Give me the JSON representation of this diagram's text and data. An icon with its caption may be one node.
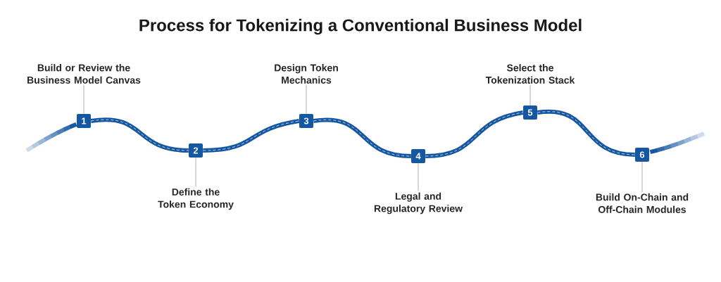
{
  "diagram": {
    "title": "Process for Tokenizing a Conventional Business Model",
    "nodes": [
      {
        "text": [
          "Build or Review the Business Model Canvas"
        ]
      },
      {
        "text": [
          "1"
        ]
      },
      {
        "text": [
          "2"
        ]
      },
      {
        "text": [
          "Define the Token Economy"
        ]
      },
      {
        "text": [
          "Design Token Mechanics"
        ]
      },
      {
        "text": [
          "3"
        ]
      },
      {
        "text": [
          "4"
        ]
      },
      {
        "text": [
          "Legal and Regulatory Review"
        ]
      },
      {
        "text": [
          "Select the Tokenization Stack"
        ]
      },
      {
        "text": [
          "5"
        ]
      },
      {
        "text": [
          "6"
        ]
      },
      {
        "text": [
          "Build On-Chain and Off-Chain Modules"
        ]
      }
    ],
    "edges": [
      {
        "from": 0,
        "to": 1,
        "arrow": "none"
      },
      {
        "from": 3,
        "to": 2,
        "arrow": "none"
      },
      {
        "from": 4,
        "to": 5,
        "arrow": "none"
      },
      {
        "from": 7,
        "to": 6,
        "arrow": "none"
      },
      {
        "from": 8,
        "to": 9,
        "arrow": "none"
      },
      {
        "from": 11,
        "to": 10,
        "arrow": "none"
      },
      {
        "from": 1,
        "to": 2,
        "arrow": "none",
        "style": "thick",
        "color": "#1557a0"
      },
      {
        "from": 2,
        "to": 5,
        "arrow": "none",
        "style": "thick",
        "color": "#1557a0"
      },
      {
        "from": 5,
        "to": 6,
        "arrow": "none",
        "style": "thick",
        "color": "#1557a0"
      },
      {
        "from": 6,
        "to": 9,
        "arrow": "none",
        "style": "thick",
        "color": "#1557a0"
      },
      {
        "from": 9,
        "to": 10,
        "arrow": "none",
        "style": "thick",
        "color": "#1557a0"
      }
    ]
  }
}
